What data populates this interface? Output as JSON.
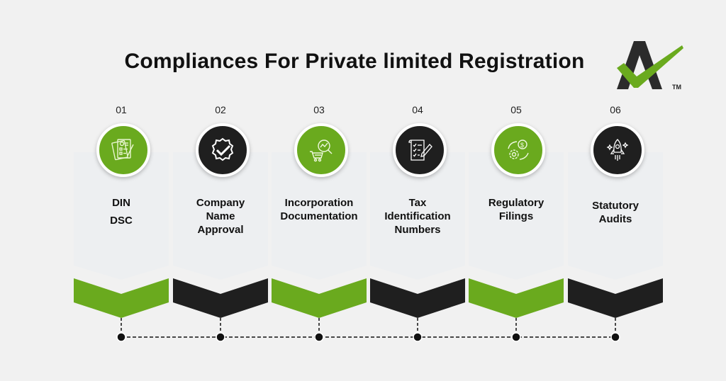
{
  "title": "Compliances For Private limited Registration",
  "logo": {
    "name": "A-checkmark logo",
    "trademark": "TM"
  },
  "colors": {
    "green": "#6aaa1e",
    "dark": "#1f1f1f",
    "card": "#edeff1",
    "background": "#f1f1f1"
  },
  "steps": [
    {
      "number": "01",
      "label_lines": [
        "DIN",
        "DSC"
      ],
      "icon": "document-form-icon",
      "color": "green"
    },
    {
      "number": "02",
      "label_lines": [
        "Company",
        "Name",
        "Approval"
      ],
      "icon": "badge-check-icon",
      "color": "dark"
    },
    {
      "number": "03",
      "label_lines": [
        "Incorporation",
        "Documentation"
      ],
      "icon": "cart-analytics-icon",
      "color": "green"
    },
    {
      "number": "04",
      "label_lines": [
        "Tax",
        "Identification",
        "Numbers"
      ],
      "icon": "checklist-pen-icon",
      "color": "dark"
    },
    {
      "number": "05",
      "label_lines": [
        "Regulatory",
        "Filings"
      ],
      "icon": "gear-dollar-cycle-icon",
      "color": "green"
    },
    {
      "number": "06",
      "label_lines": [
        "Statutory",
        "Audits"
      ],
      "icon": "rocket-icon",
      "color": "dark"
    }
  ]
}
